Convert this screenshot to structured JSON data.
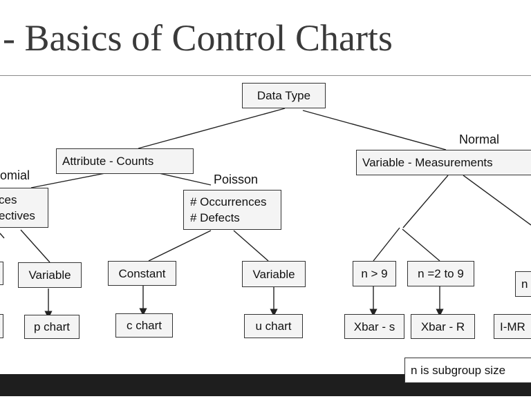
{
  "slide": {
    "title": "- Basics of Control Charts"
  },
  "tree": {
    "root": "Data Type",
    "attribute": "Attribute - Counts",
    "variable": "Variable - Measurements",
    "binomial_label": "omial",
    "poisson_label": "Poisson",
    "normal_label": "Normal",
    "binomial_box": [
      "ces",
      "ectives"
    ],
    "poisson_box": [
      "# Occurrences",
      "# Defects"
    ],
    "b_variable": "Variable",
    "p_constant": "Constant",
    "p_variable": "Variable",
    "n_gt9": "n > 9",
    "n_2to9": "n =2 to 9",
    "n_partial": "n",
    "p_chart": "p chart",
    "c_chart": "c chart",
    "u_chart": "u chart",
    "xbar_s": "Xbar - s",
    "xbar_r": "Xbar - R",
    "imr": "I-MR",
    "note": "n is subgroup size"
  }
}
